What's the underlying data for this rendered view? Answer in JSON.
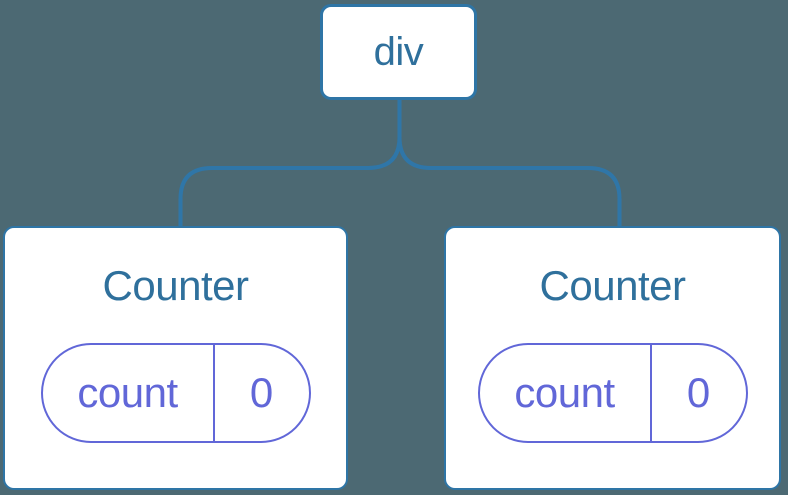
{
  "diagram": {
    "type": "component-tree",
    "root": {
      "label": "div"
    },
    "children": [
      {
        "label": "Counter",
        "state": {
          "key": "count",
          "value": "0"
        }
      },
      {
        "label": "Counter",
        "state": {
          "key": "count",
          "value": "0"
        }
      }
    ],
    "edges": [
      {
        "from": "div",
        "to": "Counter-left"
      },
      {
        "from": "div",
        "to": "Counter-right"
      }
    ]
  },
  "colors": {
    "background": "#4C6973",
    "node_background": "#FFFFFF",
    "node_border": "#2E75A6",
    "connector_line": "#2F76A8",
    "node_text": "#2F709C",
    "state_accent": "#6167D8"
  }
}
